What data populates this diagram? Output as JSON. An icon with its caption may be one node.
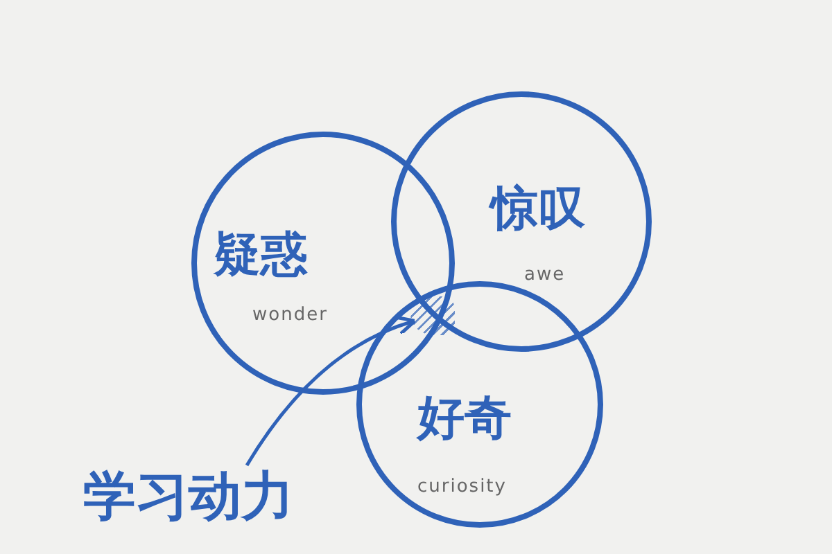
{
  "diagram": {
    "nodes": [
      {
        "text": [
          "疑惑",
          "wonder"
        ]
      },
      {
        "text": [
          "惊叹",
          "awe"
        ]
      },
      {
        "text": [
          "好奇",
          "curiosity"
        ]
      },
      {
        "text": [
          "学习动力"
        ]
      },
      {
        "text": [],
        "shape": "region"
      }
    ],
    "edges": [
      {
        "from": 3,
        "to": 4,
        "arrow": "to"
      }
    ]
  }
}
